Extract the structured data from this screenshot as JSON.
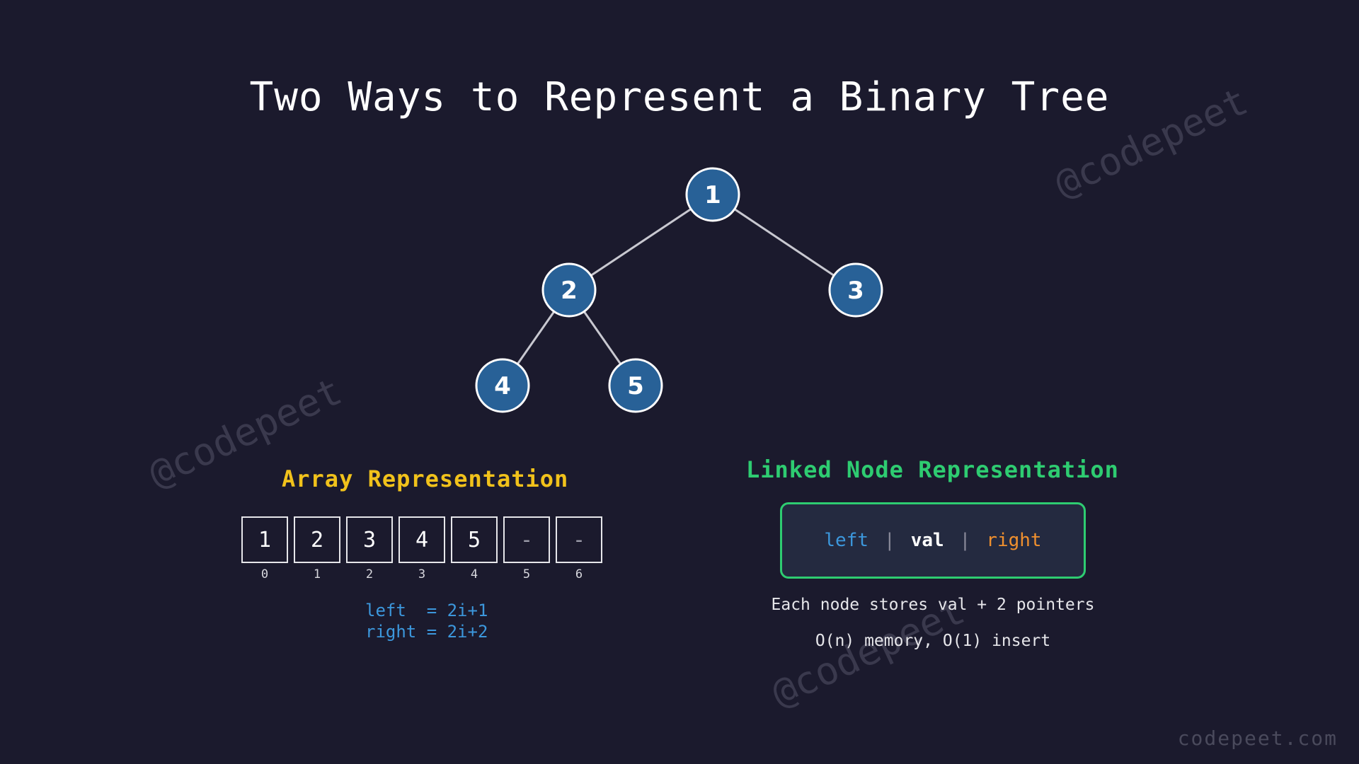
{
  "title": "Two Ways to Represent a Binary Tree",
  "watermark": "@codepeet",
  "footer": "codepeet.com",
  "colors": {
    "background": "#1b1a2d",
    "node_fill": "#286197",
    "node_stroke": "#ffffff",
    "edge": "#c8c8d0",
    "array_title": "#f1c21b",
    "linked_title": "#2ecc71",
    "left": "#3c97dc",
    "right": "#f0902e"
  },
  "tree": {
    "nodes": [
      "1",
      "2",
      "3",
      "4",
      "5"
    ],
    "edges": [
      [
        "1",
        "2"
      ],
      [
        "1",
        "3"
      ],
      [
        "2",
        "4"
      ],
      [
        "2",
        "5"
      ]
    ]
  },
  "array": {
    "title": "Array Representation",
    "cells": [
      {
        "value": "1",
        "index": "0"
      },
      {
        "value": "2",
        "index": "1"
      },
      {
        "value": "3",
        "index": "2"
      },
      {
        "value": "4",
        "index": "3"
      },
      {
        "value": "5",
        "index": "4"
      },
      {
        "value": "-",
        "index": "5"
      },
      {
        "value": "-",
        "index": "6"
      }
    ],
    "formula_left": "left  = 2i+1",
    "formula_right": "right = 2i+2"
  },
  "linked": {
    "title": "Linked Node Representation",
    "field_left": "left",
    "field_val": "val",
    "field_right": "right",
    "separator": "|",
    "note1": "Each node stores val + 2 pointers",
    "note2": "O(n) memory, O(1) insert"
  }
}
